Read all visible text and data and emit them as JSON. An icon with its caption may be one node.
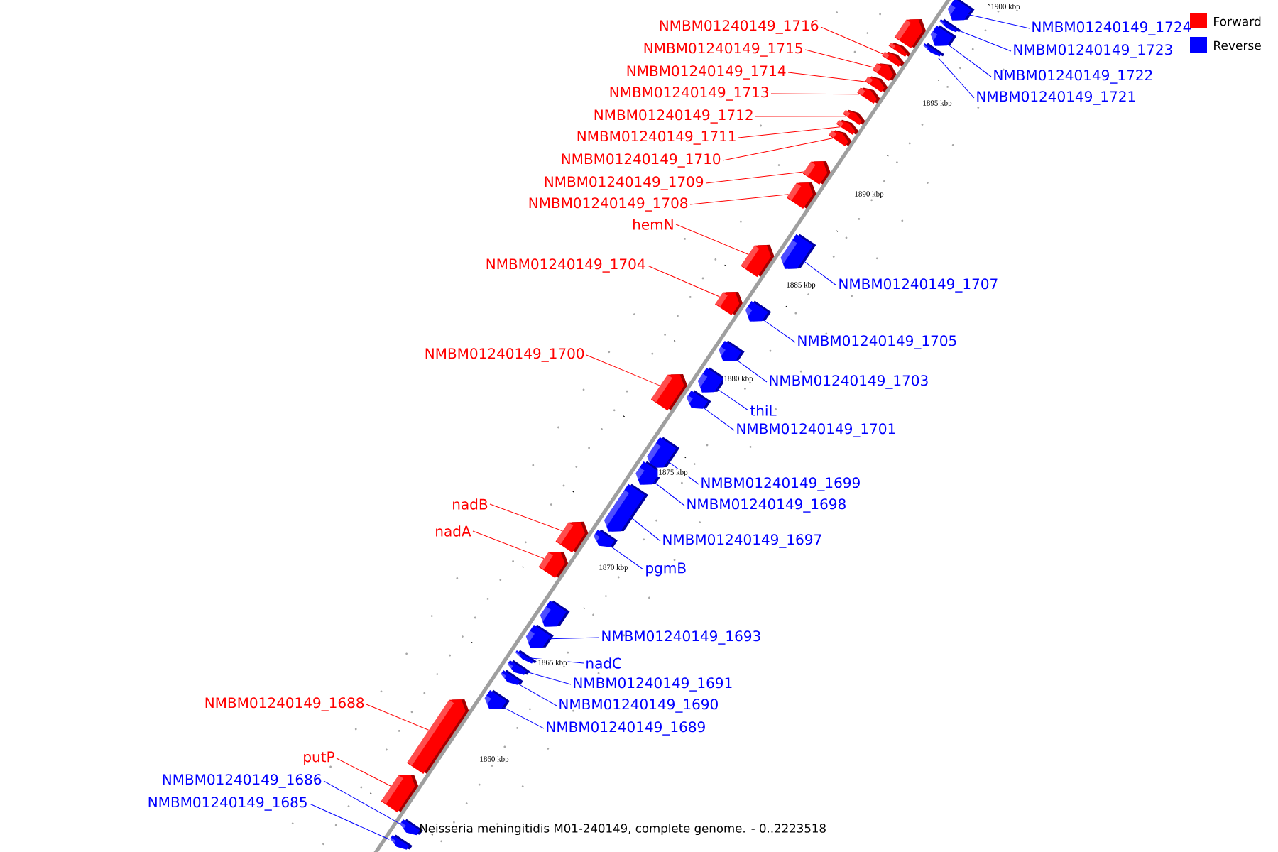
{
  "diagram": {
    "caption": "Neisseria meningitidis M01-240149, complete genome. - 0..2223518",
    "nodes": [
      {
        "text": [
          "NMBM01240149_1716"
        ]
      },
      {
        "text": [
          "NMBM01240149_1724"
        ]
      },
      {
        "text": [
          "NMBM01240149_1715"
        ]
      },
      {
        "text": [
          "NMBM01240149_1723"
        ]
      },
      {
        "text": [
          "NMBM01240149_1714"
        ]
      },
      {
        "text": [
          "NMBM01240149_1722"
        ]
      },
      {
        "text": [
          "NMBM01240149_1713"
        ]
      },
      {
        "text": [
          "NMBM01240149_1721"
        ]
      },
      {
        "text": [
          "NMBM01240149_1712"
        ]
      },
      {
        "text": [
          "NMBM01240149_1711"
        ]
      },
      {
        "text": [
          "NMBM01240149_1710"
        ]
      },
      {
        "text": [
          "NMBM01240149_1709"
        ]
      },
      {
        "text": [
          "NMBM01240149_1708"
        ]
      },
      {
        "text": [
          "hemN"
        ]
      },
      {
        "text": [
          "NMBM01240149_1704"
        ]
      },
      {
        "text": [
          "NMBM01240149_1707"
        ]
      },
      {
        "text": [
          "NMBM01240149_1705"
        ]
      },
      {
        "text": [
          "NMBM01240149_1700"
        ]
      },
      {
        "text": [
          "NMBM01240149_1703"
        ]
      },
      {
        "text": [
          "thiL"
        ]
      },
      {
        "text": [
          "NMBM01240149_1701"
        ]
      },
      {
        "text": [
          "NMBM01240149_1699"
        ]
      },
      {
        "text": [
          "nadB"
        ]
      },
      {
        "text": [
          "NMBM01240149_1698"
        ]
      },
      {
        "text": [
          "nadA"
        ]
      },
      {
        "text": [
          "NMBM01240149_1697"
        ]
      },
      {
        "text": [
          "pgmB"
        ]
      },
      {
        "text": [
          "NMBM01240149_1693"
        ]
      },
      {
        "text": [
          "nadC"
        ]
      },
      {
        "text": [
          "NMBM01240149_1691"
        ]
      },
      {
        "text": [
          "NMBM01240149_1688"
        ]
      },
      {
        "text": [
          "NMBM01240149_1690"
        ]
      },
      {
        "text": [
          "NMBM01240149_1689"
        ]
      },
      {
        "text": [
          "putP"
        ]
      },
      {
        "text": [
          "NMBM01240149_1686"
        ]
      },
      {
        "text": [
          "NMBM01240149_1685"
        ]
      },
      {
        "text": [],
        "shape": "box"
      },
      {
        "text": [],
        "shape": "box"
      },
      {
        "text": [],
        "shape": "box"
      },
      {
        "text": [],
        "shape": "box"
      },
      {
        "text": [],
        "shape": "box"
      },
      {
        "text": [],
        "shape": "box"
      },
      {
        "text": [],
        "shape": "box"
      },
      {
        "text": [],
        "shape": "box"
      },
      {
        "text": [],
        "shape": "box"
      },
      {
        "text": [],
        "shape": "box"
      },
      {
        "text": [],
        "shape": "box"
      },
      {
        "text": [],
        "shape": "box"
      },
      {
        "text": [],
        "shape": "box"
      },
      {
        "text": [],
        "shape": "box"
      },
      {
        "text": [],
        "shape": "box"
      },
      {
        "text": [],
        "shape": "box"
      },
      {
        "text": [],
        "shape": "box"
      },
      {
        "text": [],
        "shape": "box"
      },
      {
        "text": [],
        "shape": "box"
      },
      {
        "text": [],
        "shape": "box"
      },
      {
        "text": [],
        "shape": "box"
      },
      {
        "text": [],
        "shape": "box"
      },
      {
        "text": [],
        "shape": "box"
      },
      {
        "text": [],
        "shape": "box"
      },
      {
        "text": [],
        "shape": "box"
      },
      {
        "text": [],
        "shape": "box"
      },
      {
        "text": [],
        "shape": "box"
      },
      {
        "text": [],
        "shape": "box"
      },
      {
        "text": [],
        "shape": "box"
      },
      {
        "text": [],
        "shape": "box"
      },
      {
        "text": [],
        "shape": "box"
      },
      {
        "text": [],
        "shape": "box"
      },
      {
        "text": [],
        "shape": "box"
      },
      {
        "text": [],
        "shape": "box"
      },
      {
        "text": [],
        "shape": "box"
      },
      {
        "text": [],
        "shape": "box"
      },
      {
        "text": [],
        "shape": "box"
      },
      {
        "text": [],
        "shape": "box"
      },
      {
        "text": [],
        "shape": "box"
      }
    ],
    "edges": [
      {
        "from": 0,
        "to": 42,
        "arrow": "none",
        "color": "#ff0000"
      },
      {
        "from": 1,
        "to": 36,
        "arrow": "none"
      },
      {
        "from": 2,
        "to": 43,
        "arrow": "none",
        "color": "#ff0000"
      },
      {
        "from": 3,
        "to": 37,
        "arrow": "none"
      },
      {
        "from": 4,
        "to": 44,
        "arrow": "none",
        "color": "#ff0000"
      },
      {
        "from": 5,
        "to": 38,
        "arrow": "none"
      },
      {
        "from": 6,
        "to": 45,
        "arrow": "none",
        "color": "#ff0000"
      },
      {
        "from": 7,
        "to": 40,
        "arrow": "none"
      },
      {
        "from": 8,
        "to": 46,
        "arrow": "none",
        "color": "#ff0000"
      },
      {
        "from": 9,
        "to": 47,
        "arrow": "none",
        "color": "#ff0000"
      },
      {
        "from": 10,
        "to": 48,
        "arrow": "none",
        "color": "#ff0000"
      },
      {
        "from": 11,
        "to": 49,
        "arrow": "none",
        "color": "#ff0000"
      },
      {
        "from": 12,
        "to": 50,
        "arrow": "none",
        "color": "#ff0000"
      },
      {
        "from": 13,
        "to": 52,
        "arrow": "none",
        "color": "#ff0000"
      },
      {
        "from": 14,
        "to": 54,
        "arrow": "none",
        "color": "#ff0000"
      },
      {
        "from": 15,
        "to": 51,
        "arrow": "none"
      },
      {
        "from": 16,
        "to": 53,
        "arrow": "none"
      },
      {
        "from": 17,
        "to": 57,
        "arrow": "none",
        "color": "#ff0000"
      },
      {
        "from": 18,
        "to": 55,
        "arrow": "none"
      },
      {
        "from": 19,
        "to": 56,
        "arrow": "none"
      },
      {
        "from": 20,
        "to": 58,
        "arrow": "none"
      },
      {
        "from": 21,
        "to": 59,
        "arrow": "none"
      },
      {
        "from": 22,
        "to": 63,
        "arrow": "none",
        "color": "#ff0000"
      },
      {
        "from": 23,
        "to": 60,
        "arrow": "none"
      },
      {
        "from": 24,
        "to": 64,
        "arrow": "none",
        "color": "#ff0000"
      },
      {
        "from": 25,
        "to": 61,
        "arrow": "none"
      },
      {
        "from": 26,
        "to": 62,
        "arrow": "none"
      },
      {
        "from": 27,
        "to": 66,
        "arrow": "none"
      },
      {
        "from": 28,
        "to": 67,
        "arrow": "none"
      },
      {
        "from": 29,
        "to": 68,
        "arrow": "none"
      },
      {
        "from": 30,
        "to": 71,
        "arrow": "none",
        "color": "#ff0000"
      },
      {
        "from": 31,
        "to": 69,
        "arrow": "none"
      },
      {
        "from": 32,
        "to": 70,
        "arrow": "none"
      },
      {
        "from": 33,
        "to": 72,
        "arrow": "none",
        "color": "#ff0000"
      },
      {
        "from": 34,
        "to": 73,
        "arrow": "none"
      },
      {
        "from": 35,
        "to": 74,
        "arrow": "none"
      }
    ],
    "labels": [
      "1900 kbp",
      "1895 kbp",
      "1890 kbp",
      "1885 kbp",
      "1880 kbp",
      "1875 kbp",
      "1870 kbp",
      "1865 kbp",
      "1860 kbp"
    ],
    "legend": [
      {
        "text": "Forward",
        "color": "#ff0000"
      },
      {
        "text": "Reverse",
        "color": "#0000ff"
      }
    ]
  }
}
